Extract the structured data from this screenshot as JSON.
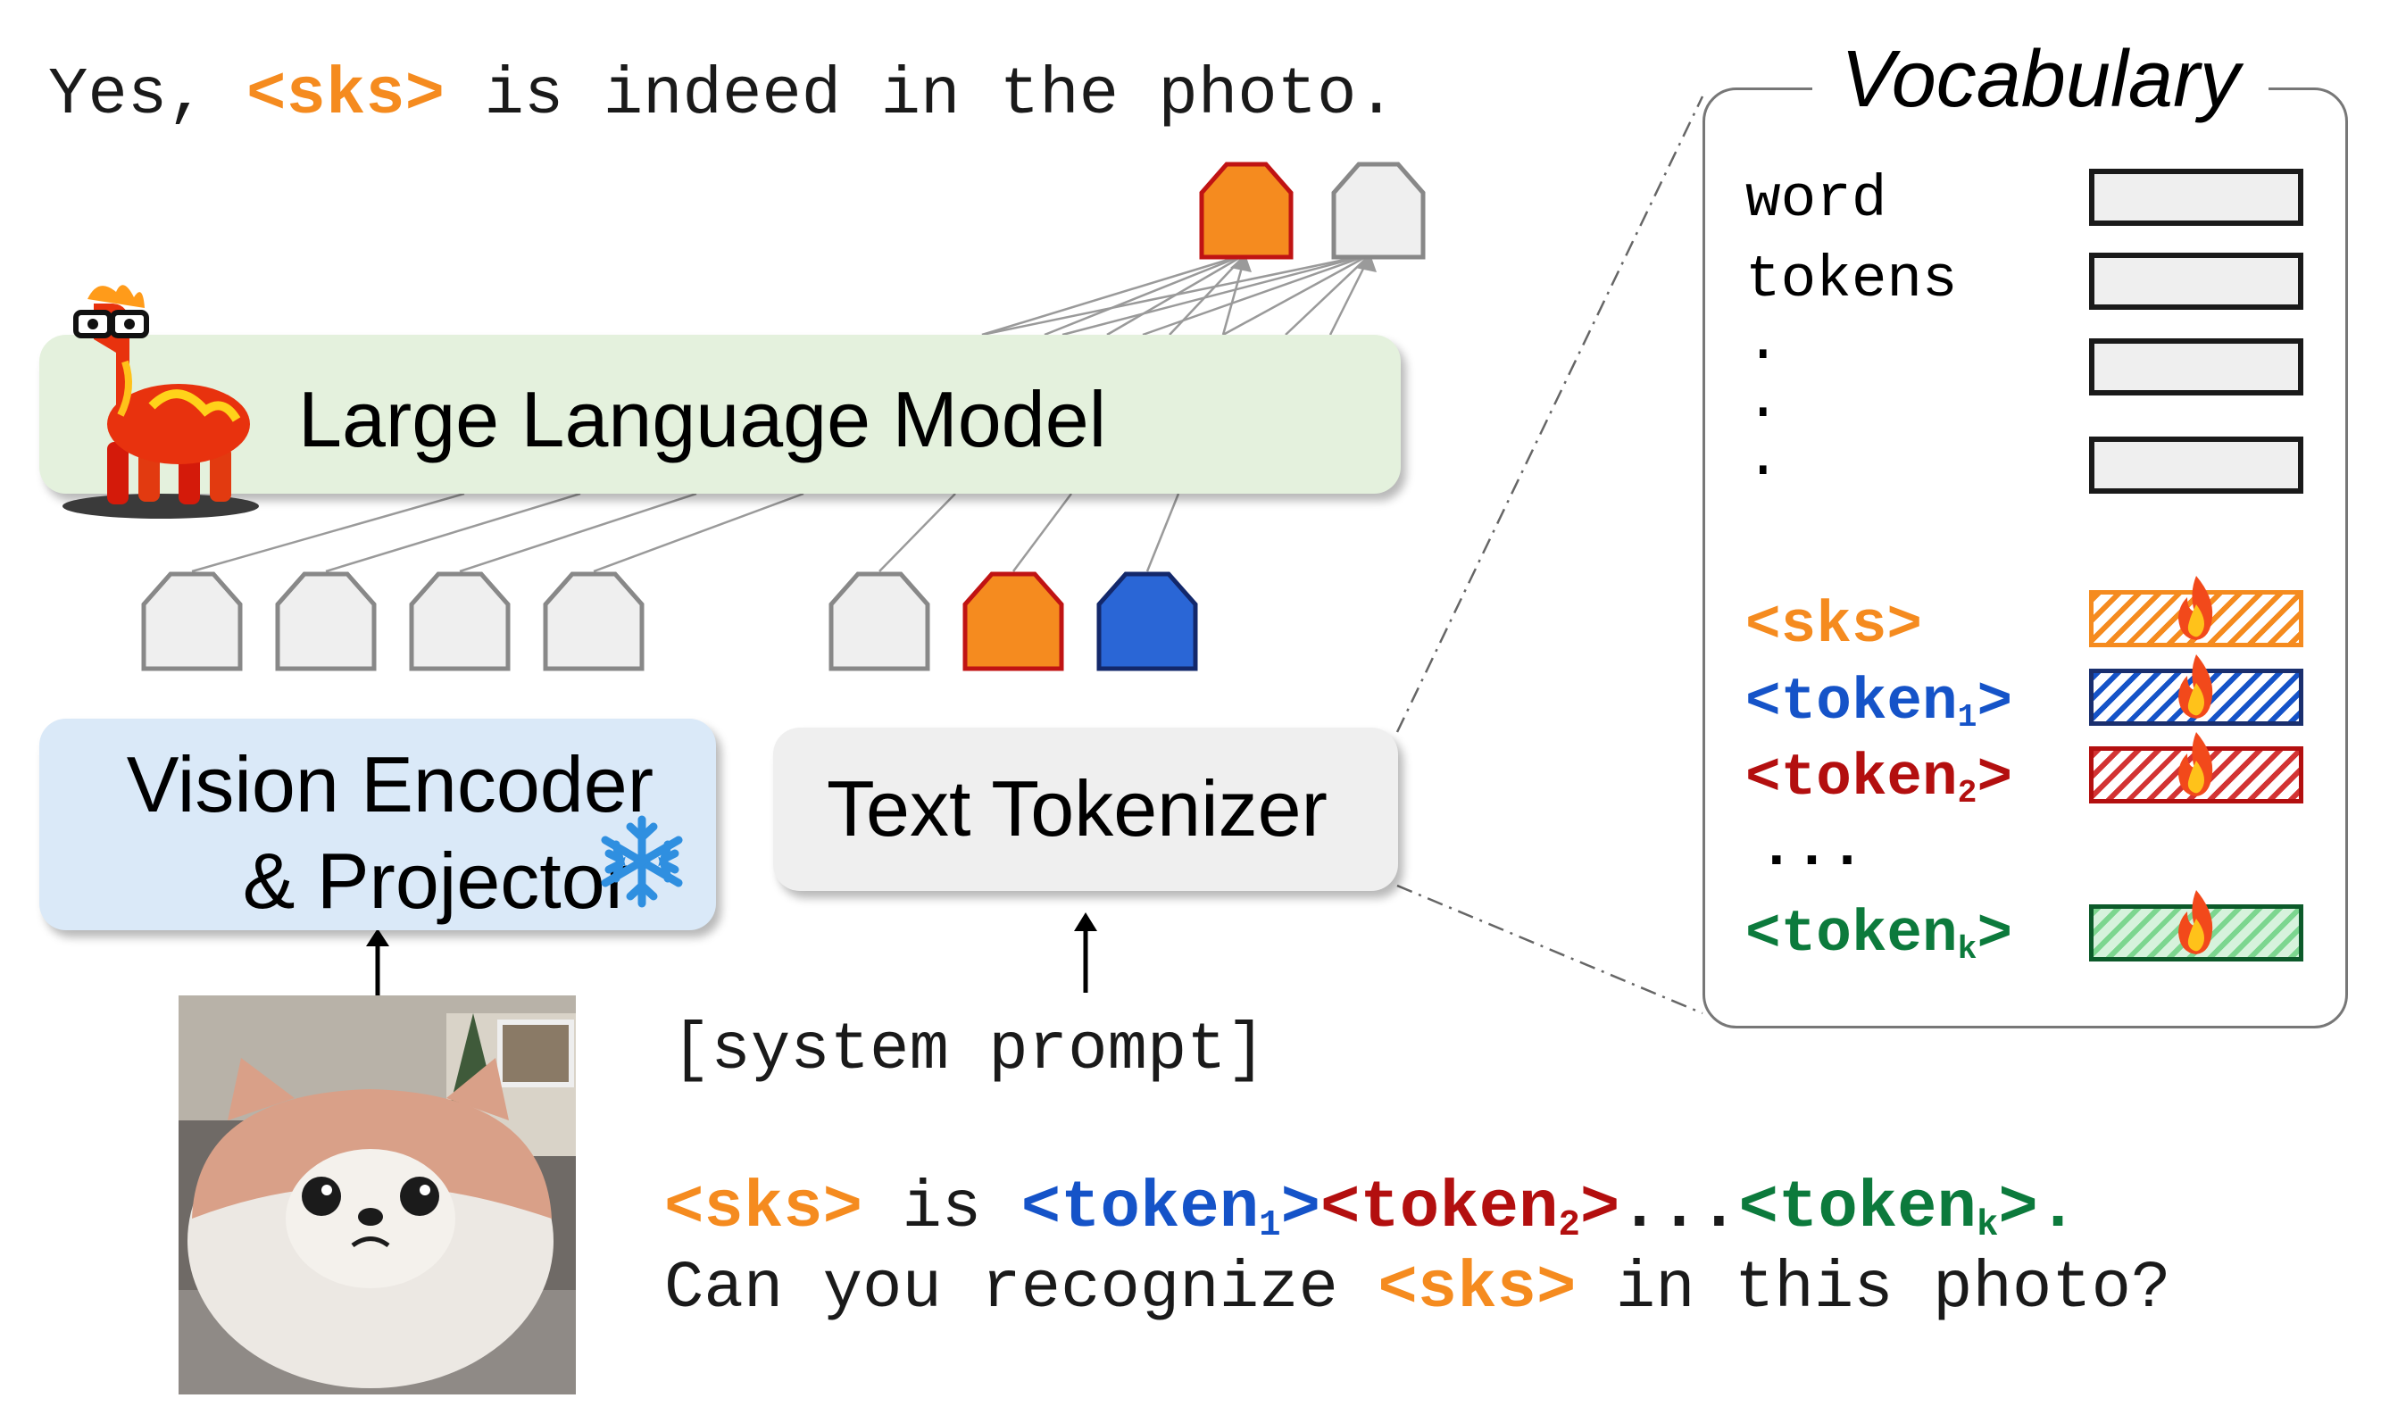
{
  "output": {
    "pre": "Yes, ",
    "token": "<sks>",
    "post": " is indeed in the photo."
  },
  "llm": {
    "label": "Large Language Model"
  },
  "vision": {
    "line1": "Vision Encoder",
    "line2": "& Projector"
  },
  "tokenizer": {
    "label": "Text Tokenizer"
  },
  "system_prompt": "[system prompt]",
  "prompt": {
    "line1": {
      "sks": "<sks>",
      "is": " is ",
      "t1_a": "<token",
      "t1_sub": "1",
      "t1_b": ">",
      "t2_a": "<token",
      "t2_sub": "2",
      "t2_b": ">",
      "dots": "...",
      "tk_a": "<token",
      "tk_sub": "k",
      "tk_b": ">",
      "period": "."
    },
    "line2": {
      "pre": "Can you recognize ",
      "sks": "<sks>",
      "post": " in this photo?"
    }
  },
  "vocabulary": {
    "title": "Vocabulary",
    "word_rows": [
      "word",
      "tokens",
      ".",
      ".",
      "."
    ],
    "learned": [
      {
        "a": "<sks>",
        "sub": "",
        "b": "",
        "color": "#f58b1f"
      },
      {
        "a": "<token",
        "sub": "1",
        "b": ">",
        "color": "#1553c8"
      },
      {
        "a": "<token",
        "sub": "2",
        "b": ">",
        "color": "#b30f0f"
      },
      {
        "a": "...",
        "sub": "",
        "b": "",
        "color": "#1a1a1a"
      },
      {
        "a": "<token",
        "sub": "k",
        "b": ">",
        "color": "#0c7a3c"
      }
    ]
  },
  "icons": [
    "llama-mascot-icon",
    "snowflake-icon",
    "fire-icon",
    "token-pentagon-icon"
  ],
  "colors": {
    "sks": "#f58b1f",
    "token1": "#1553c8",
    "token2": "#b30f0f",
    "tokenk": "#0c7a3c",
    "llm_bg": "#e4f1dd",
    "vision_bg": "#dae9f8",
    "tokenizer_bg": "#efefef"
  }
}
